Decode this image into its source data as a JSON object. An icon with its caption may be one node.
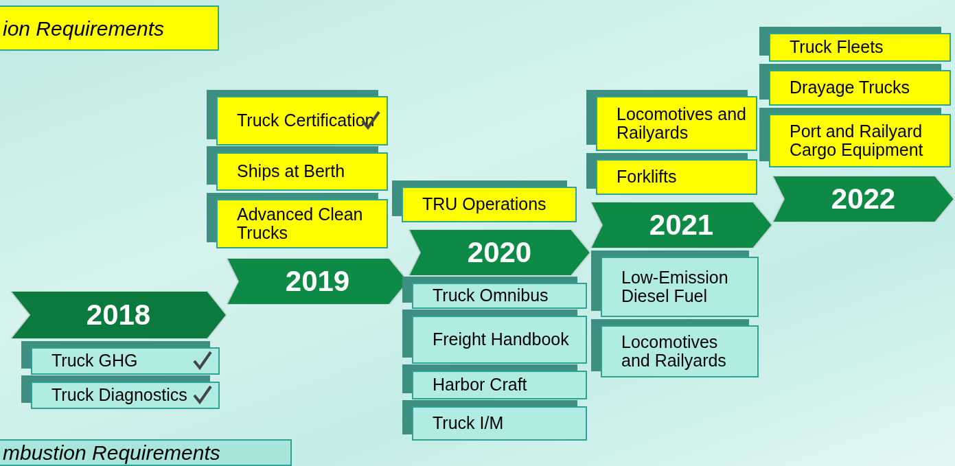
{
  "diagram": {
    "nodes": [
      {
        "text": [
          "ion Requirements"
        ]
      },
      {
        "text": [
          "Truck Certification"
        ]
      },
      {
        "text": [
          "Ships at Berth"
        ]
      },
      {
        "text": [
          "Advanced Clean Trucks"
        ]
      },
      {
        "text": [
          "TRU Operations"
        ]
      },
      {
        "text": [
          "Locomotives and Railyards"
        ]
      },
      {
        "text": [
          "Forklifts"
        ]
      },
      {
        "text": [
          "Truck Fleets"
        ]
      },
      {
        "text": [
          "Drayage Trucks"
        ]
      },
      {
        "text": [
          "Port and Railyard Cargo Equipment"
        ]
      },
      {
        "text": [
          "2018"
        ]
      },
      {
        "text": [
          "2019"
        ]
      },
      {
        "text": [
          "2020"
        ]
      },
      {
        "text": [
          "2021"
        ]
      },
      {
        "text": [
          "2022"
        ]
      },
      {
        "text": [
          "Truck GHG"
        ]
      },
      {
        "text": [
          "Truck Diagnostics"
        ]
      },
      {
        "text": [
          "Truck Omnibus"
        ]
      },
      {
        "text": [
          "Freight Handbook"
        ]
      },
      {
        "text": [
          "Harbor Craft"
        ]
      },
      {
        "text": [
          "Truck I/M"
        ]
      },
      {
        "text": [
          "Low-Emission Diesel Fuel"
        ]
      },
      {
        "text": [
          "Locomotives and Railyards"
        ]
      },
      {
        "text": [
          "mbustion Requirements"
        ]
      }
    ]
  }
}
